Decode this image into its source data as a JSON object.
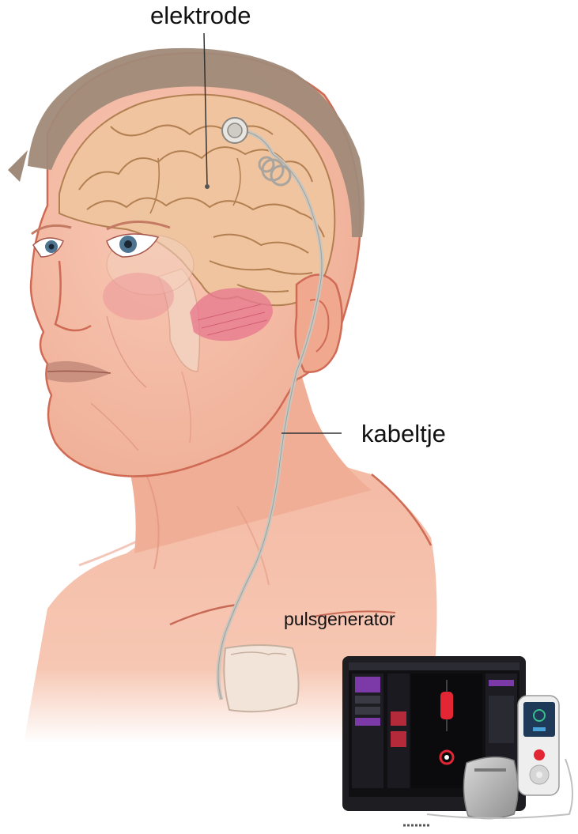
{
  "labels": {
    "electrode": "elektrode",
    "cable": "kabeltje",
    "generator": "pulsgenerator"
  },
  "colors": {
    "skin": "#f4b9a3",
    "skin_shade": "#e9a28b",
    "skin_outline": "#cf6a55",
    "hair": "#9b8777",
    "brain": "#efc59f",
    "brain_fold": "#b07d4e",
    "muscle": "#e77b8e",
    "lead": "#c9c6c0",
    "device_bg": "#f2e4d8",
    "tablet_frame": "#1e1e22",
    "tablet_screen": "#101013",
    "accent_red": "#e32633",
    "accent_purple": "#7b3aa7",
    "programmer_screen": "#1f3a58"
  },
  "icons": [
    "electrode-disc-icon",
    "lead-coil-icon",
    "tablet-programmer-icon",
    "handheld-programmer-icon",
    "pulse-generator-device-icon"
  ]
}
